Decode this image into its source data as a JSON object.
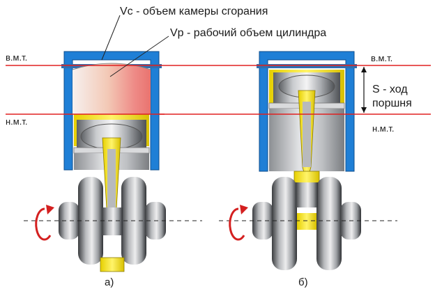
{
  "diagram": {
    "vc_label": "Vc - объем камеры сгорания",
    "vp_label": "Vр - рабочий объем цилиндра",
    "tdc_label": "в.м.т.",
    "bdc_label": "н.м.т.",
    "stroke_label_line1": "S - ход",
    "stroke_label_line2": "поршня",
    "caption_a": "а)",
    "caption_b": "б)"
  },
  "colors": {
    "cylinder_wall": "#1f7fd6",
    "reference_line": "#e02020",
    "piston_yellow": "#ffee00",
    "metal_gray": "#9ea0a4",
    "chamber_pink": "#f0b0b0"
  }
}
